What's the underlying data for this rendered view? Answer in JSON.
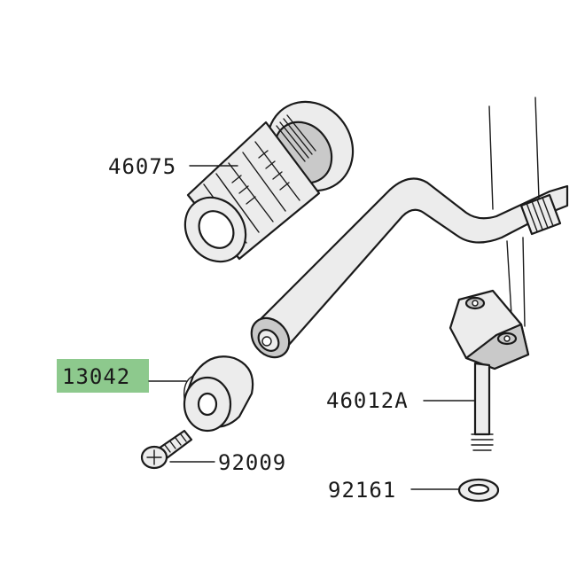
{
  "parts": [
    {
      "id": "grip",
      "number": "46075",
      "highlighted": false
    },
    {
      "id": "balancer-weight",
      "number": "13042",
      "highlighted": true
    },
    {
      "id": "handlebar-holder",
      "number": "46012A",
      "highlighted": false
    },
    {
      "id": "screw",
      "number": "92009",
      "highlighted": false
    },
    {
      "id": "washer",
      "number": "92161",
      "highlighted": false
    }
  ],
  "colors": {
    "highlight": "#8dc98d",
    "line": "#1a1a1a",
    "part_fill": "#c9c9c9"
  }
}
